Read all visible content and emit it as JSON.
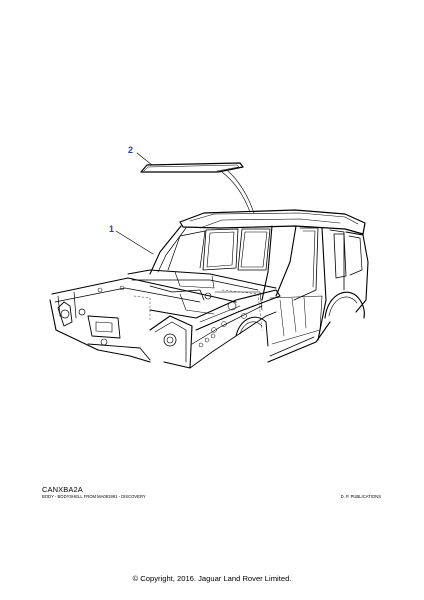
{
  "callouts": [
    {
      "id": "1",
      "label": "1"
    },
    {
      "id": "2",
      "label": "2"
    }
  ],
  "footer": {
    "code": "CANXBA2A",
    "caption": "BODY - BODYSHELL FROM MA081991 - DISCOVERY",
    "publisher": "D. P. PUBLICATIONS"
  },
  "copyright": "© Copyright, 2016. Jaguar Land Rover Limited.",
  "colors": {
    "callout": "#1f3fbf",
    "line": "#000000"
  }
}
